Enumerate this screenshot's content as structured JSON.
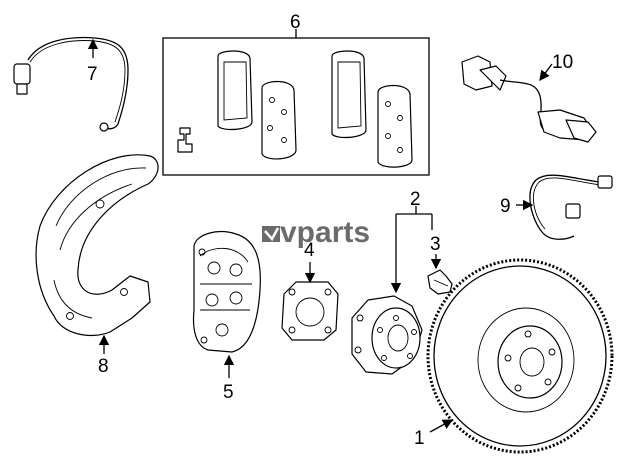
{
  "watermark": {
    "brand": "vparts"
  },
  "callouts": [
    {
      "id": "1",
      "label": "1"
    },
    {
      "id": "2",
      "label": "2"
    },
    {
      "id": "3",
      "label": "3"
    },
    {
      "id": "4",
      "label": "4"
    },
    {
      "id": "5",
      "label": "5"
    },
    {
      "id": "6",
      "label": "6"
    },
    {
      "id": "7",
      "label": "7"
    },
    {
      "id": "8",
      "label": "8"
    },
    {
      "id": "9",
      "label": "9"
    },
    {
      "id": "10",
      "label": "10"
    }
  ]
}
